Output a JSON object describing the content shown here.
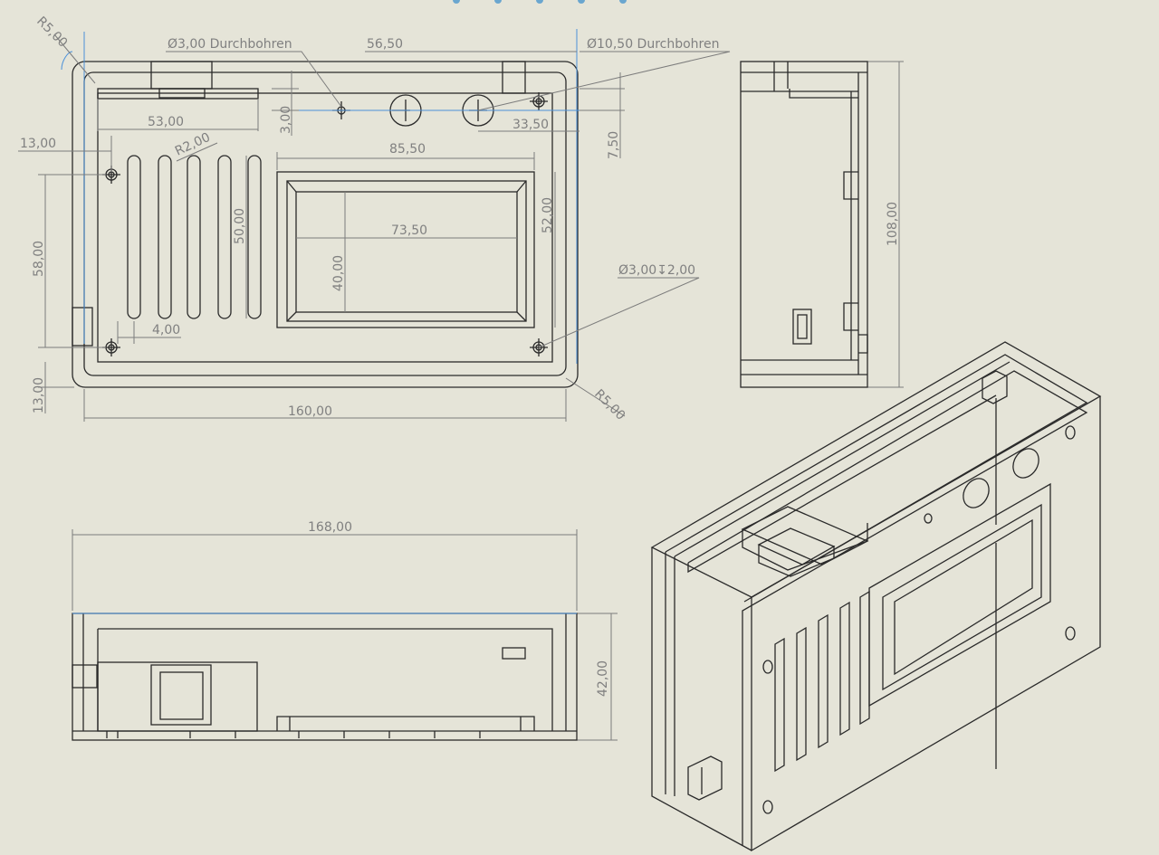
{
  "drawing": {
    "front_view": {
      "callout_hole_small": "Ø3,00 Durchbohren",
      "callout_hole_large": "Ø10,50 Durchbohren",
      "callout_mount_hole": "Ø3,00↧2,00",
      "dim_hole_spacing": "56,50",
      "dim_top_width": "53,00",
      "dim_hole_offset": "3,00",
      "dim_right_hole": "33,50",
      "dim_top_offset": "7,50",
      "dim_left_offset": "13,00",
      "dim_slot_radius": "R2,00",
      "dim_display_outer_width": "85,50",
      "dim_display_inner_width": "73,50",
      "dim_display_inner_height": "40,00",
      "dim_slot_length": "50,00",
      "dim_display_outer_height": "52,00",
      "dim_mount_spacing": "58,00",
      "dim_slot_gap": "4,00",
      "dim_bottom_offset": "13,00",
      "dim_total_width": "160,00",
      "dim_radius_top_left": "R5,00",
      "dim_radius_bottom_right": "R5,00"
    },
    "side_view": {
      "dim_height": "108,00"
    },
    "bottom_view": {
      "dim_length": "168,00",
      "dim_depth": "42,00"
    }
  }
}
